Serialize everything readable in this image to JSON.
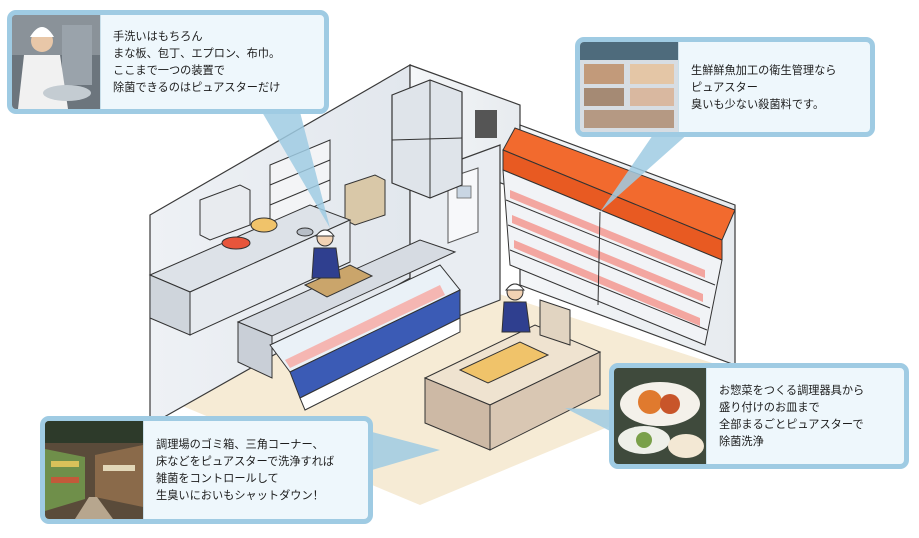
{
  "callouts": {
    "handwash": {
      "icon": "chef-photo-icon",
      "lines": [
        "手洗いはもちろん",
        "まな板、包丁、エプロン、布巾。",
        "ここまで一つの装置で",
        "除菌できるのはピュアスターだけ"
      ]
    },
    "fish": {
      "icon": "fish-display-photo-icon",
      "lines": [
        "生鮮鮮魚加工の衛生管理なら",
        "ピュアスター",
        "臭いも少ない殺菌料です。"
      ]
    },
    "deli": {
      "icon": "deli-platter-photo-icon",
      "lines": [
        "お惣菜をつくる調理器具から",
        "盛り付けのお皿まで",
        "全部まるごとピュアスターで",
        "除菌洗浄"
      ]
    },
    "floor": {
      "icon": "store-aisle-photo-icon",
      "lines": [
        "調理場のゴミ箱、三角コーナー、",
        "床などをピュアスターで洗浄すれば",
        "雑菌をコントロールして",
        "生臭いにおいもシャットダウン！"
      ]
    }
  },
  "colors": {
    "callout_border": "#9fcbe3",
    "callout_bg": "#eef7fc",
    "floor": "#f6ebd5",
    "awning": "#f26a2e",
    "display_blue": "#3b5bb5"
  }
}
